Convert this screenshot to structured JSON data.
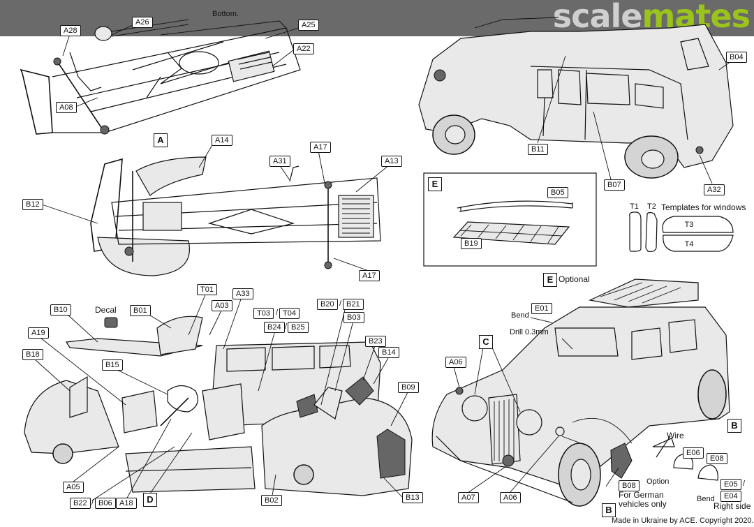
{
  "header": {
    "logo_part1": "scale",
    "logo_part2": "mates",
    "logo_color_gray": "#cfcfcf",
    "logo_color_green": "#9ac31c",
    "bar_color": "#6a6a6a"
  },
  "chassis_bottom": {
    "title": "Bottom."
  },
  "labels": {
    "A28": "A28",
    "A26": "A26",
    "A25": "A25",
    "A22": "A22",
    "A08": "A08",
    "A14": "A14",
    "A17": "A17",
    "A31": "A31",
    "A13": "A13",
    "B12": "B12",
    "B04": "B04",
    "B11": "B11",
    "B07": "B07",
    "A32": "A32",
    "B05": "B05",
    "B19": "B19",
    "T01": "T01",
    "A03": "A03",
    "A33": "A33",
    "B10": "B10",
    "B01": "B01",
    "T03": "T03",
    "T04": "T04",
    "B20": "B20",
    "B21": "B21",
    "B24": "B24",
    "B25": "B25",
    "B03": "B03",
    "A19": "A19",
    "B23": "B23",
    "B14": "B14",
    "B18": "B18",
    "B15": "B15",
    "B09": "B09",
    "A05": "A05",
    "B22": "B22",
    "B06": "B06",
    "A18": "A18",
    "B02": "B02",
    "B13": "B13",
    "E01": "E01",
    "A06": "A06",
    "E06": "E06",
    "E08": "E08",
    "E05": "E05",
    "E04": "E04",
    "A07": "A07",
    "B08": "B08"
  },
  "blocks": {
    "A": "A",
    "D": "D",
    "E": "E",
    "C": "C",
    "B": "B"
  },
  "templates": {
    "t1": "T1",
    "t2": "T2",
    "title": "Templates for windows",
    "t3": "T3",
    "t4": "T4"
  },
  "notes": {
    "decal": "Decal",
    "optional": "Optional",
    "bend": "Bend",
    "drill": "Drill 0.3mm",
    "wire": "Wire",
    "option": "Option",
    "bend2": "Bend",
    "right_side": "Right side",
    "for_german": "For German",
    "vehicles_only": "vehicles only",
    "slash": "/"
  },
  "footer": {
    "credit": "Made in Ukraine by ACE. Copyright 2020."
  }
}
